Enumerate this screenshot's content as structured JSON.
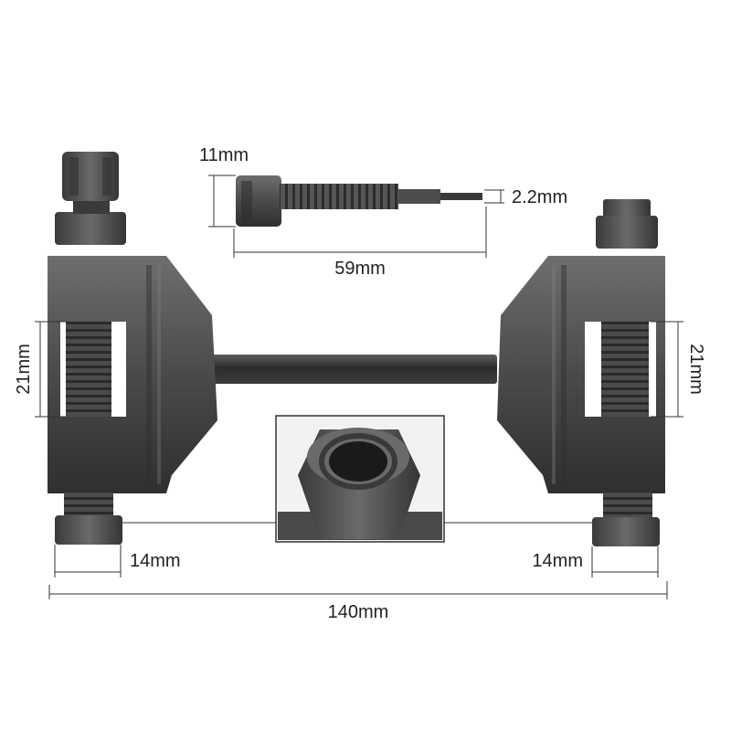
{
  "colors": {
    "background": "#ffffff",
    "metal_dark": "#3f3f3f",
    "metal_mid": "#5a5a5a",
    "metal_light": "#7b7b7b",
    "dimension_line": "#333333",
    "label_text": "#222222"
  },
  "dimensions": {
    "pin_head": "11mm",
    "pin_tip": "2.2mm",
    "pin_length": "59mm",
    "left_gap": "21mm",
    "right_gap": "21mm",
    "left_nut": "14mm",
    "right_nut": "14mm",
    "overall_length": "140mm"
  }
}
